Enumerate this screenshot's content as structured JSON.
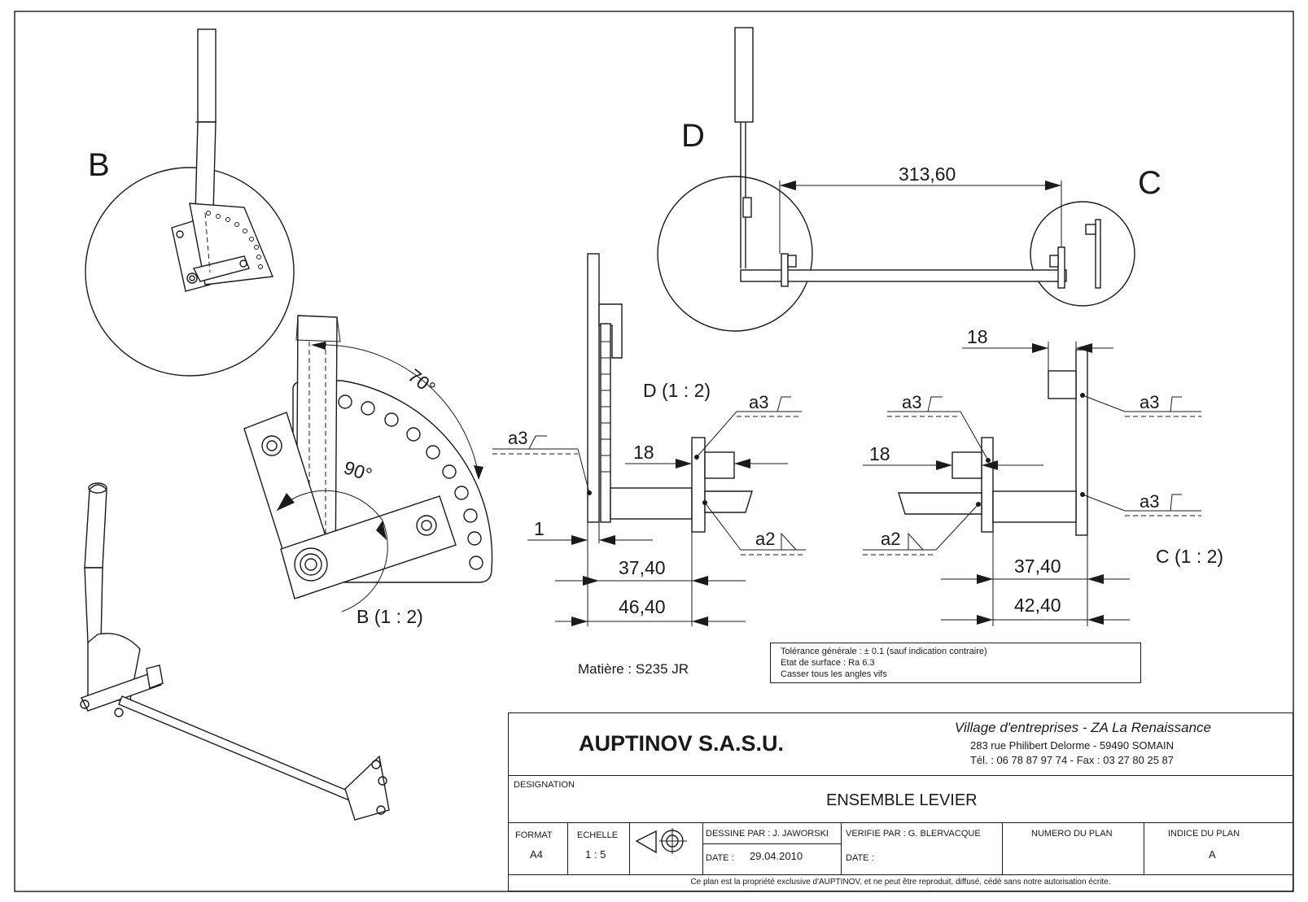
{
  "views": {
    "b_label": "B",
    "d_label": "D",
    "c_label": "C",
    "b_scale": "B (1 : 2)",
    "d_scale": "D (1 : 2)",
    "c_scale": "C (1 : 2)"
  },
  "dimensions": {
    "top_length": "313,60",
    "angle_70": "70°",
    "angle_90": "90°",
    "d_18": "18",
    "d_1": "1",
    "d_37_40": "37,40",
    "d_46_40": "46,40",
    "c_18_top": "18",
    "c_18_side": "18",
    "c_37_40": "37,40",
    "c_42_40": "42,40"
  },
  "welds": {
    "d_left_a3": "a3",
    "d_right_a3": "a3",
    "d_a2": "a2",
    "c_top_a3": "a3",
    "c_left_a3": "a3",
    "c_bottom_a3": "a3",
    "c_a2": "a2"
  },
  "material": "Matière : S235 JR",
  "notes": [
    "Tolérance générale :  ± 0.1 (sauf indication contraire)",
    "Etat de surface : Ra 6.3",
    "Casser tous les angles vifs"
  ],
  "title_block": {
    "company": "AUPTINOV S.A.S.U.",
    "address_line1": "Village d'entreprises - ZA La Renaissance",
    "address_line2": "283 rue Philibert Delorme - 59490 SOMAIN",
    "address_line3": "Tél. : 06 78 87 97 74 - Fax : 03 27 80 25 87",
    "designation_label": "DESIGNATION",
    "designation": "ENSEMBLE LEVIER",
    "format_label": "FORMAT",
    "format": "A4",
    "scale_label": "ECHELLE",
    "scale": "1 : 5",
    "drawn_by": "DESSINE PAR : J. JAWORSKI",
    "date_label": "DATE :",
    "date": "29.04.2010",
    "verified_by": "VERIFIE PAR : G. BLERVACQUE",
    "verified_date_label": "DATE :",
    "plan_number_label": "NUMERO DU PLAN",
    "plan_index_label": "INDICE DU PLAN",
    "plan_index": "A",
    "footer": "Ce plan est la propriété exclusive d'AUPTINOV, et ne peut être reproduit, diffusé, cédé sans notre autorisation écrite."
  }
}
